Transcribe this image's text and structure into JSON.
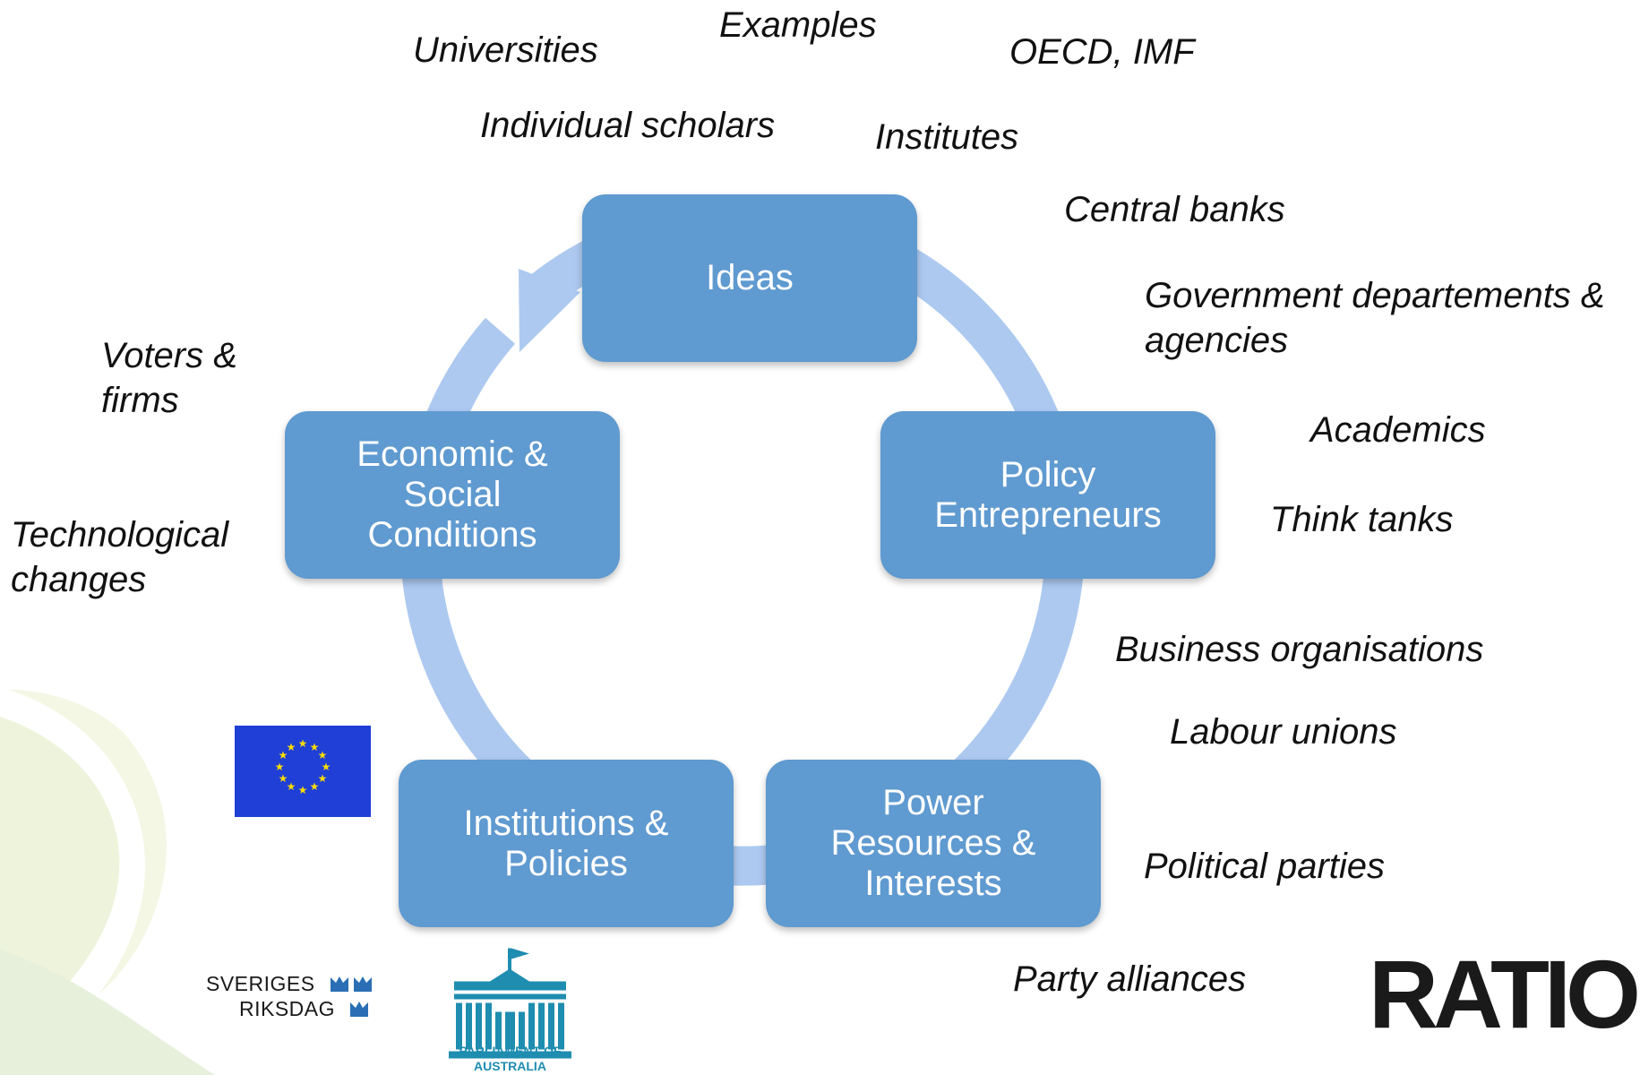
{
  "diagram": {
    "nodes": {
      "ideas": "Ideas",
      "policy_entrepreneurs": "Policy\nEntrepreneurs",
      "power_resources": "Power\nResources &\nInterests",
      "institutions": "Institutions &\nPolicies",
      "economic_social": "Economic &\nSocial\nConditions"
    },
    "node_color": "#5f9ad0",
    "arrow_color": "#adc9f0"
  },
  "examples": {
    "heading": "Examples",
    "universities": "Universities",
    "oecd_imf": "OECD, IMF",
    "individual_scholars": "Individual scholars",
    "institutes": "Institutes",
    "central_banks": "Central banks",
    "government": "Government departements &\nagencies",
    "academics": "Academics",
    "think_tanks": "Think tanks",
    "business": "Business organisations",
    "labour": "Labour unions",
    "political_parties": "Political parties",
    "party_alliances": "Party alliances",
    "voters_firms": "Voters &\nfirms",
    "technological": "Technological\nchanges"
  },
  "logos": {
    "riksdag_line1": "SVERIGES",
    "riksdag_line2": "RIKSDAG",
    "parliament": "PARLIAMENT OF\nAUSTRALIA",
    "ratio": "RATIO"
  }
}
